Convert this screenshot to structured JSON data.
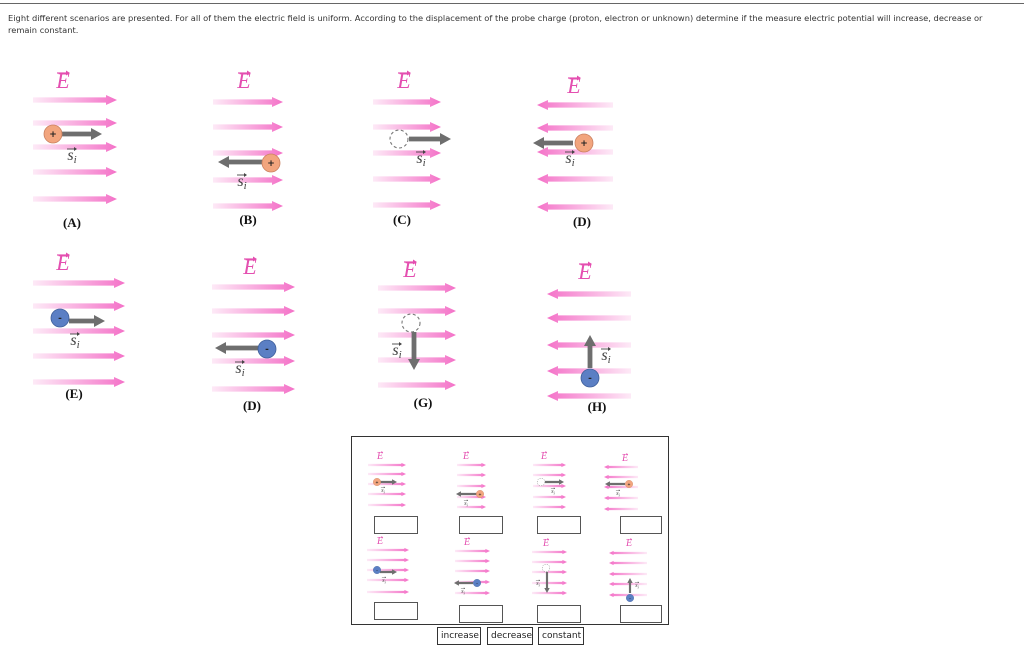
{
  "instructions": "Eight different scenarios are presented. For all of them the electric field is uniform. According to the displacement of the probe charge (proton, electron or unknown) determine if the measure electric potential will increase, decrease or remain constant.",
  "symbols": {
    "field": "E",
    "displacement": "s",
    "displacement_sub": "i",
    "positive": "+",
    "negative": "-"
  },
  "colors": {
    "field_arrow": "#f472c8",
    "field_label": "#e44fb0",
    "displacement_arrow": "#6e6e6e",
    "proton": "#f2a57e",
    "electron": "#5b7fc4"
  },
  "scenarios": [
    {
      "label": "(A)",
      "field_direction": "right",
      "charge": "proton",
      "displacement": "right"
    },
    {
      "label": "(B)",
      "field_direction": "right",
      "charge": "proton",
      "displacement": "left"
    },
    {
      "label": "(C)",
      "field_direction": "right",
      "charge": "unknown",
      "displacement": "right"
    },
    {
      "label": "(D)",
      "field_direction": "left",
      "charge": "proton",
      "displacement": "left"
    },
    {
      "label": "(E)",
      "field_direction": "right",
      "charge": "electron",
      "displacement": "right"
    },
    {
      "label": "(D)",
      "field_direction": "right",
      "charge": "electron",
      "displacement": "left"
    },
    {
      "label": "(G)",
      "field_direction": "right",
      "charge": "unknown",
      "displacement": "down"
    },
    {
      "label": "(H)",
      "field_direction": "left",
      "charge": "electron",
      "displacement": "up"
    }
  ],
  "answer_options": [
    "increase",
    "decrease",
    "constant"
  ]
}
